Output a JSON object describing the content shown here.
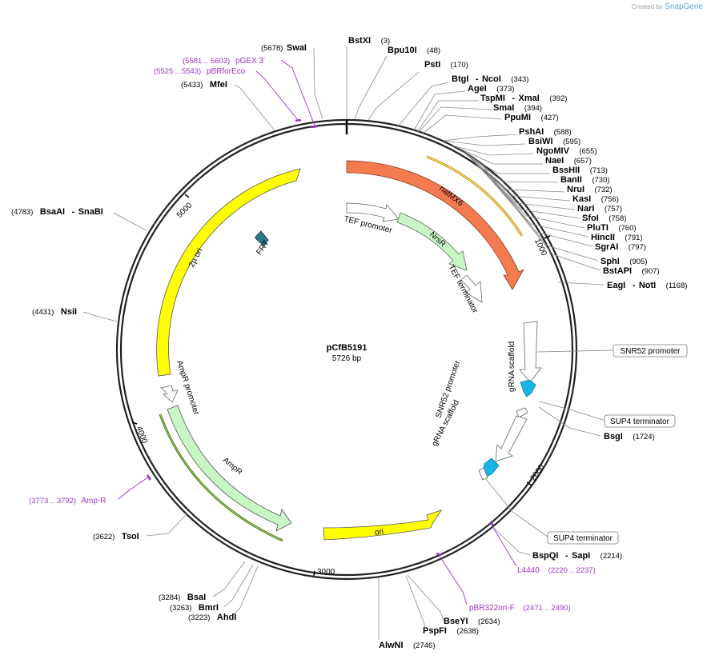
{
  "brand": {
    "created_by": "Created by",
    "app": "SnapGene"
  },
  "plasmid": {
    "name": "pCfB5191",
    "length": "5726 bp"
  },
  "ruler": [
    "1000",
    "2000",
    "3000",
    "4000",
    "5000"
  ],
  "colors": {
    "natmx6": "#f47a50",
    "marker": "#c8f7c5",
    "yellow": "#ffff00",
    "primer": "#9a35c8",
    "frt": "#2d7a8c",
    "gRNA": "#18b6e6",
    "neutral": "#ffffff"
  },
  "features": {
    "natMX6": "natMX6",
    "NrsR": "NrsR",
    "TEF_promoter": "TEF promoter",
    "TEF_terminator": "TEF terminator",
    "gRNA_scaffold_1": "gRNA scaffold",
    "gRNA_scaffold_2": "gRNA scaffold",
    "SNR52_promoter_inner": "SNR52 promoter",
    "two_mu_ori": "2µ ori",
    "FRT": "FRT",
    "AmpR_promoter": "AmpR promoter",
    "AmpR": "AmpR",
    "ori": "ori"
  },
  "boxed": {
    "snr52": "SNR52 promoter",
    "sup4a": "SUP4 terminator",
    "sup4b": "SUP4 terminator"
  },
  "sites": {
    "SwaI": {
      "name": "SwaI",
      "pos": "(5678)"
    },
    "BstXI": {
      "name": "BstXI",
      "pos": "(3)"
    },
    "Bpu10I": {
      "name": "Bpu10I",
      "pos": "(48)"
    },
    "PstI": {
      "name": "PstI",
      "pos": "(170)"
    },
    "BtgI": {
      "name": "BtgI",
      "sep": "-",
      "name2": "NcoI",
      "pos": "(343)"
    },
    "AgeI": {
      "name": "AgeI",
      "pos": "(373)"
    },
    "TspMI": {
      "name": "TspMI",
      "sep": "-",
      "name2": "XmaI",
      "pos": "(392)"
    },
    "SmaI": {
      "name": "SmaI",
      "pos": "(394)"
    },
    "PpuMI": {
      "name": "PpuMI",
      "pos": "(427)"
    },
    "PshAI": {
      "name": "PshAI",
      "pos": "(588)"
    },
    "BsiWI": {
      "name": "BsiWI",
      "pos": "(595)"
    },
    "NgoMIV": {
      "name": "NgoMIV",
      "pos": "(655)"
    },
    "NaeI": {
      "name": "NaeI",
      "pos": "(657)"
    },
    "BssHII": {
      "name": "BssHII",
      "pos": "(713)"
    },
    "BanII": {
      "name": "BanII",
      "pos": "(730)"
    },
    "NruI": {
      "name": "NruI",
      "pos": "(732)"
    },
    "KasI": {
      "name": "KasI",
      "pos": "(756)"
    },
    "NarI": {
      "name": "NarI",
      "pos": "(757)"
    },
    "SfoI": {
      "name": "SfoI",
      "pos": "(758)"
    },
    "PluTI": {
      "name": "PluTI",
      "pos": "(760)"
    },
    "HincII": {
      "name": "HincII",
      "pos": "(791)"
    },
    "SgrAI": {
      "name": "SgrAI",
      "pos": "(797)"
    },
    "SphI": {
      "name": "SphI",
      "pos": "(905)"
    },
    "BstAPI": {
      "name": "BstAPI",
      "pos": "(907)"
    },
    "EagI": {
      "name": "EagI",
      "sep": "-",
      "name2": "NotI",
      "pos": "(1168)"
    },
    "BsgI": {
      "name": "BsgI",
      "pos": "(1724)"
    },
    "BspQI": {
      "name": "BspQI",
      "sep": "-",
      "name2": "SapI",
      "pos": "(2214)"
    },
    "BseYI": {
      "name": "BseYI",
      "pos": "(2634)"
    },
    "PspFI": {
      "name": "PspFI",
      "pos": "(2638)"
    },
    "AlwNI": {
      "name": "AlwNI",
      "pos": "(2746)"
    },
    "AhdI": {
      "name": "AhdI",
      "pos": "(3223)"
    },
    "BmrI": {
      "name": "BmrI",
      "pos": "(3263)"
    },
    "BsaI": {
      "name": "BsaI",
      "pos": "(3284)"
    },
    "TsoI": {
      "name": "TsoI",
      "pos": "(3622)"
    },
    "NsiI": {
      "name": "NsiI",
      "pos": "(4431)"
    },
    "BsaAI": {
      "name": "BsaAI",
      "sep": "-",
      "name2": "SnaBI",
      "pos": "(4783)"
    },
    "MfeI": {
      "name": "MfeI",
      "pos": "(5433)"
    }
  },
  "primers": {
    "pGEX3": {
      "name": "pGEX 3'",
      "range": "(5581 .. 5603)"
    },
    "pBRforEco": {
      "name": "pBRforEco",
      "range": "(5525 .. 5543)"
    },
    "AmpR_primer": {
      "name": "Amp-R",
      "range": "(3773 .. 3792)"
    },
    "L4440": {
      "name": "L4440",
      "range": "(2220 .. 2237)"
    },
    "pBR322ori_F": {
      "name": "pBR322ori-F",
      "range": "(2471 .. 2490)"
    }
  }
}
